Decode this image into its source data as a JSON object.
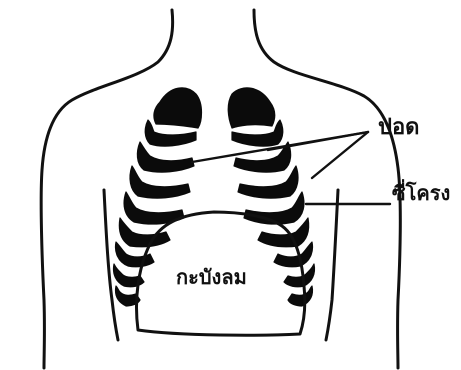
{
  "labels": {
    "lungs": "ปอด",
    "ribs": "ซี่โครง",
    "diaphragm": "กะบังลม"
  }
}
